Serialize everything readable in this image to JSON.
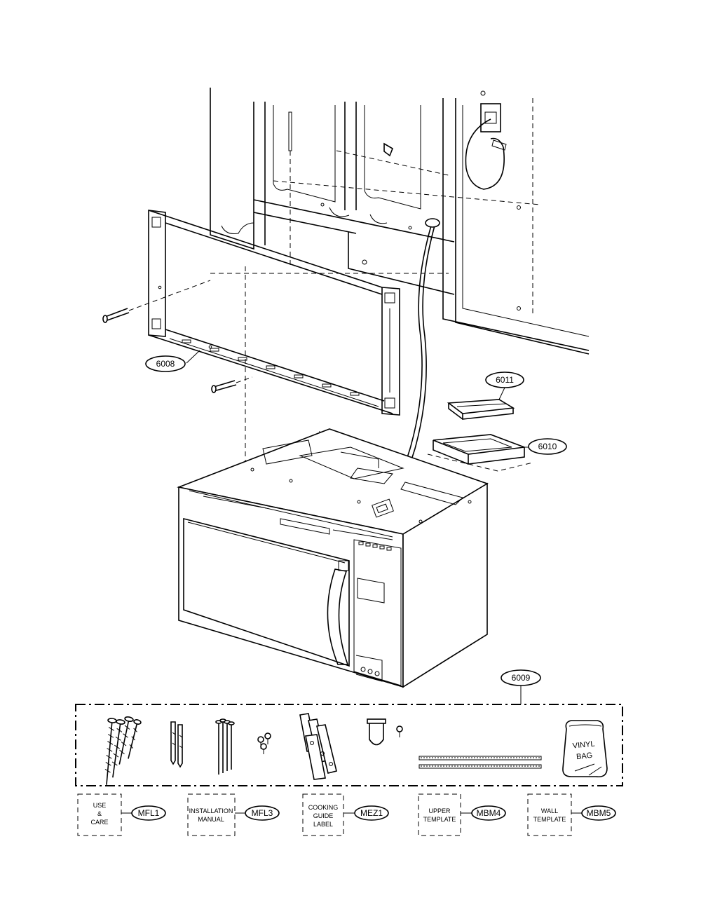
{
  "callouts": {
    "p6008": "6008",
    "p6011": "6011",
    "p6010": "6010",
    "p6009": "6009",
    "mfl1": "MFL1",
    "mfl3": "MFL3",
    "mez1": "MEZ1",
    "mbm4": "MBM4",
    "mbm5": "MBM5"
  },
  "documents": {
    "use_care": [
      "USE",
      "&",
      "CARE"
    ],
    "installation_manual": [
      "INSTALLATION",
      "MANUAL"
    ],
    "cooking_guide_label": [
      "COOKING",
      "GUIDE",
      "LABEL"
    ],
    "upper_template": [
      "UPPER",
      "TEMPLATE"
    ],
    "wall_template": [
      "WALL",
      "TEMPLATE"
    ]
  },
  "kit": {
    "vinyl_bag": [
      "VINYL",
      "BAG"
    ]
  },
  "colors": {
    "line": "#000000",
    "background": "#ffffff"
  }
}
